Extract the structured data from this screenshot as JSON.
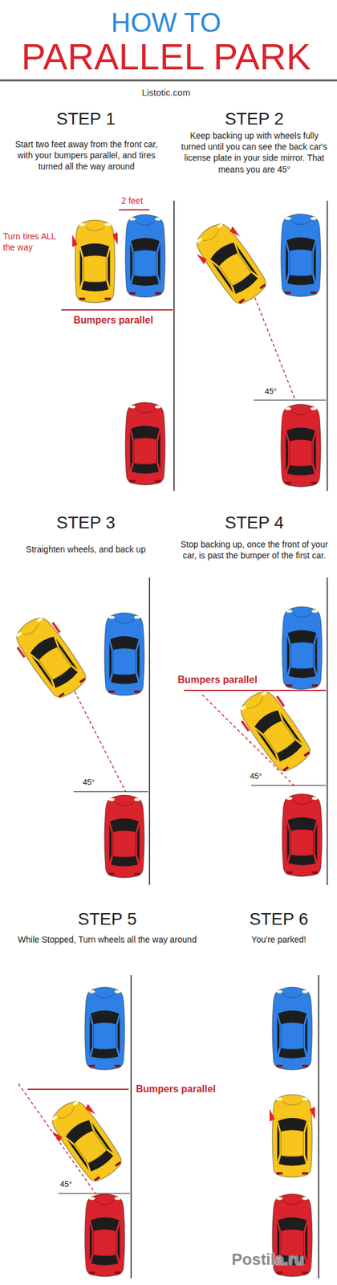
{
  "diagram": {
    "labels": [
      "HOW TO",
      "PARALLEL PARK",
      "Listotic.com",
      "STEP 1",
      "Start two feet away from the front car, with your bumpers parallel, and tires turned all the way around",
      "STEP 2",
      "Keep backing up with wheels fully turned until you can see the back car's license plate in your side mirror. That means you are 45°",
      "Turn tires ALL the way",
      "2 feet",
      "Bumpers parallel",
      "45°",
      "STEP 3",
      "Straighten wheels, and back up",
      "STEP 4",
      "Stop backing up, once the front of your car, is past the bumper of the first car.",
      "45°",
      "Bumpers parallel",
      "45°",
      "STEP 5",
      "While Stopped, Turn wheels all the way around",
      "STEP 6",
      "You're parked!",
      "Bumpers parallel",
      "45°",
      "Postila.ru"
    ]
  }
}
